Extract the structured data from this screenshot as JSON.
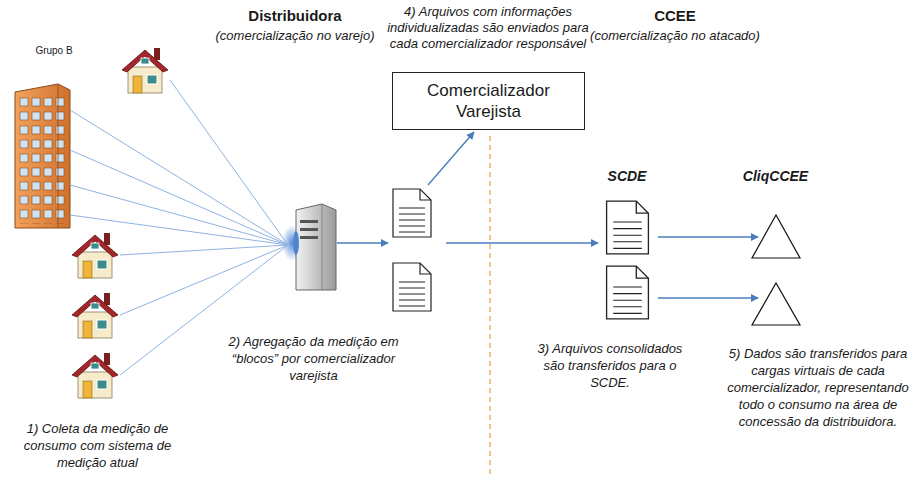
{
  "diagram": {
    "nodes": [
      {
        "text": [
          "Grupo B",
          "1) Coleta da medição de consumo com sistema de medição atual"
        ]
      },
      {
        "text": [
          "2) Agregação da medição em “blocos” por comercializador varejista"
        ]
      },
      {
        "text": [
          "Comercializador Varejista"
        ]
      },
      {
        "text": [
          "SCDE",
          "3) Arquivos consolidados são transferidos para o SCDE."
        ]
      },
      {
        "text": [
          "CliqCCEE",
          "5) Dados são transferidos para cargas virtuais de cada comercializador, representando todo o consumo na área de concessão da distribuidora."
        ]
      }
    ],
    "edges": [
      {
        "from": 0,
        "to": 1,
        "arrow": "none"
      },
      {
        "from": 1,
        "to": 2,
        "arrow": "to"
      },
      {
        "from": 1,
        "to": 3,
        "arrow": "to"
      },
      {
        "from": 3,
        "to": 4,
        "arrow": "to"
      },
      {
        "from": 3,
        "to": 4,
        "arrow": "to"
      }
    ],
    "labels": [
      "Distribuidora",
      "(comercialização no varejo)",
      "4) Arquivos com informações individualizadas são enviados para cada comercializador responsável",
      "CCEE",
      "(comercialização no atacado)"
    ]
  }
}
